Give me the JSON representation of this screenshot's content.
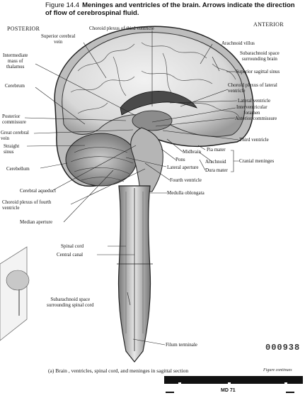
{
  "figure": {
    "number": "Figure 14.4",
    "title": "Meninges and ventricles of the brain. Arrows indicate the direction of flow of cerebrospinal fluid."
  },
  "orientation": {
    "left": "POSTERIOR",
    "right": "ANTERIOR"
  },
  "labels": {
    "choroid_plexus_third": "Choroid plexus of third ventricle",
    "superior_cerebral_vein": "Superior cerebral\nvein",
    "intermediate_mass": "Intermediate\nmass of\nthalamus",
    "cerebrum": "Cerebrum",
    "posterior_commissure": "Posterior\ncommissure",
    "great_cerebral_vein": "Great cerebral\nvein",
    "straight_sinus": "Straight\nsinus",
    "cerebellum": "Cerebellum",
    "cerebral_aqueduct": "Cerebral  aqueduct",
    "choroid_plexus_fourth": "Choroid plexus of fourth\nventricle",
    "median_aperture": "Median aperture",
    "arachnoid_villus": "Arachnoid villus",
    "subarachnoid_brain": "Subarachnoid space\nsurrounding brain",
    "superior_sagittal_sinus": "Superior sagittal sinus",
    "choroid_plexus_lateral": "Choroid plexus of lateral\nventricle",
    "lateral_ventricle": "Lateral ventricle",
    "interventricular_foramen": "Interventricular\nforamen",
    "anterior_commissure": "Anterior commissure",
    "third_ventricle": "Third ventricle",
    "midbrain": "Midbrain",
    "pia_mater": "Pia mater",
    "pons": "Pons",
    "arachnoid": "Arachnoid",
    "dura_mater": "Dura mater",
    "cranial_meninges": "Cranial meninges",
    "lateral_aperture": "Lateral aperture",
    "fourth_ventricle": "Fourth ventricle",
    "medulla_oblongata": "Medulla oblongata",
    "spinal_cord": "Spinal cord",
    "central_canal": "Central canal",
    "subarachnoid_cord": "Subarachnoid space\nsurrounding spinal cord",
    "filum_terminale": "Filum terminale"
  },
  "stamp": "000938",
  "caption": "(a) Brain , ventricles, spinal cord, and meninges in sagittal section",
  "figure_continues": "Figure continues",
  "footer_code": "MD 71"
}
